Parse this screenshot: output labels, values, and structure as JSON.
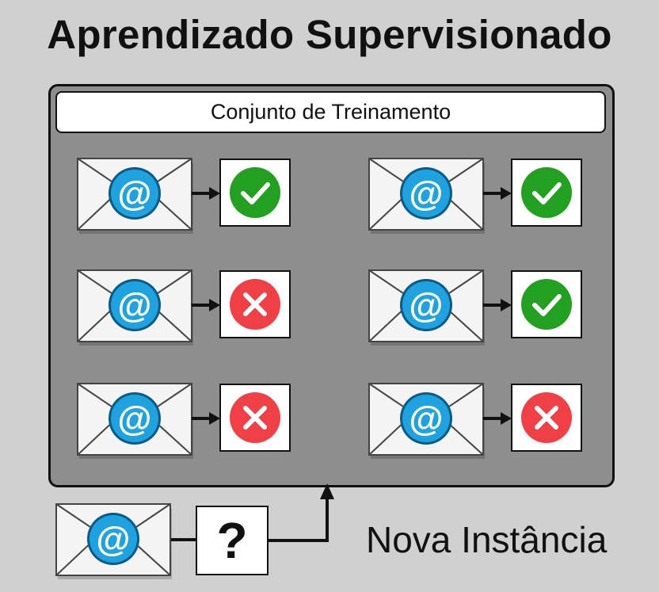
{
  "title": "Aprendizado Supervisionado",
  "training_set": {
    "label": "Conjunto de Treinamento",
    "examples": [
      {
        "icon": "email-icon",
        "label_icon": "check-icon",
        "label": "positive"
      },
      {
        "icon": "email-icon",
        "label_icon": "check-icon",
        "label": "positive"
      },
      {
        "icon": "email-icon",
        "label_icon": "cross-icon",
        "label": "negative"
      },
      {
        "icon": "email-icon",
        "label_icon": "check-icon",
        "label": "positive"
      },
      {
        "icon": "email-icon",
        "label_icon": "cross-icon",
        "label": "negative"
      },
      {
        "icon": "email-icon",
        "label_icon": "cross-icon",
        "label": "negative"
      }
    ]
  },
  "new_instance": {
    "icon": "email-icon",
    "unknown_label": "?",
    "label": "Nova Instância"
  },
  "colors": {
    "background": "#d0d0d0",
    "panel": "#8e8e8e",
    "check": "#22a020",
    "cross": "#f04045",
    "at_blue": "#1ea3e0"
  }
}
